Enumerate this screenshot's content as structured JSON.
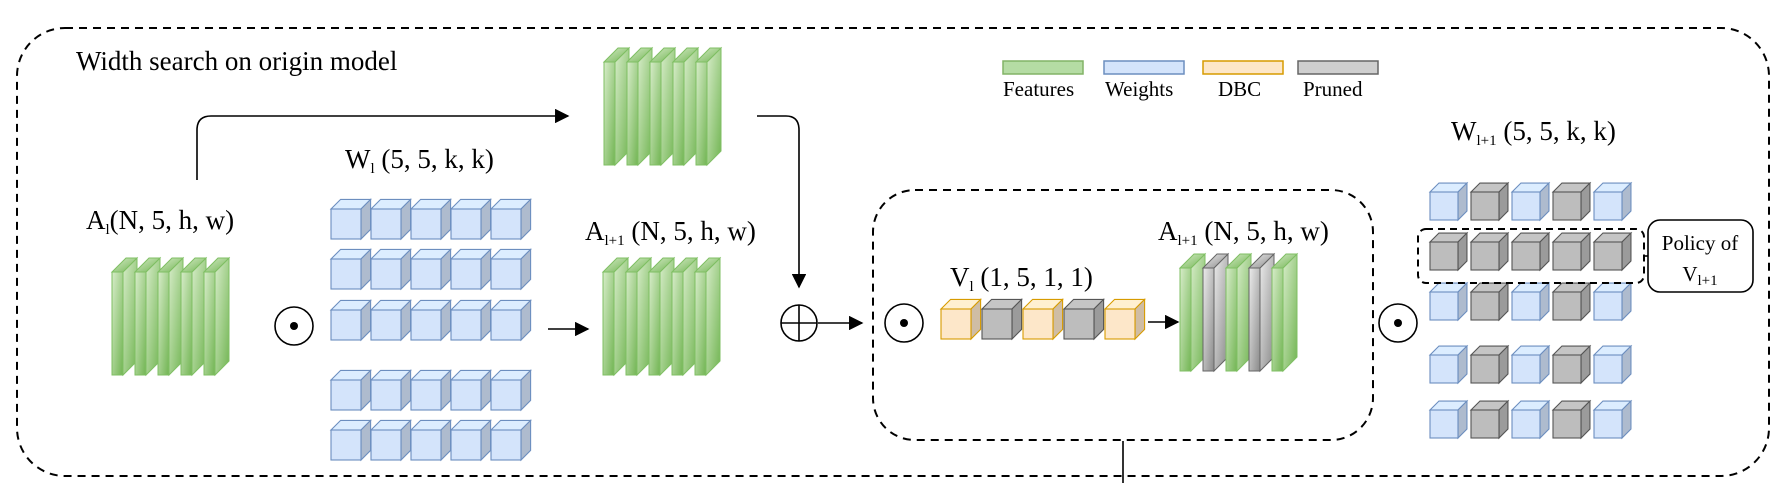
{
  "title": "Width search on origin model",
  "legend": [
    {
      "label": "Features",
      "fill": "#b5dca4",
      "stroke": "#82b366"
    },
    {
      "label": "Weights",
      "fill": "#d4e4fb",
      "stroke": "#6c8ebf"
    },
    {
      "label": "DBC",
      "fill": "#fde7c9",
      "stroke": "#d79b00"
    },
    {
      "label": "Pruned",
      "fill": "#cfcfcf",
      "stroke": "#666666"
    }
  ],
  "labels": {
    "a_l": {
      "main": "A",
      "sub": "l",
      "rest": "(N, 5, h, w)"
    },
    "w_l": {
      "main": "W",
      "sub": "l",
      "rest": " (5, 5, k, k)"
    },
    "a_l1": {
      "main": "A",
      "sub": "l+1",
      "rest": " (N, 5, h, w)"
    },
    "v_l": {
      "main": "V",
      "sub": "l",
      "rest": " (1, 5, 1, 1)"
    },
    "a_l1_inner": {
      "main": "A",
      "sub": "l+1",
      "rest": " (N, 5, h, w)"
    },
    "w_l1": {
      "main": "W",
      "sub": "l+1",
      "rest": " (5, 5, k, k)"
    }
  },
  "policy": {
    "line1": "Policy of",
    "main": "V",
    "sub": "l+1"
  },
  "operators": {
    "hadamard": "⊙",
    "add": "⊕"
  },
  "colors": {
    "feature_face": "#a6d490",
    "feature_side": "#7fbf63",
    "weight_face": "#d4e4fb",
    "weight_stroke": "#6c8ebf",
    "dbc_face": "#fde7c9",
    "dbc_stroke": "#d79b00",
    "pruned_face": "#bdbdbd",
    "pruned_stroke": "#555555"
  }
}
